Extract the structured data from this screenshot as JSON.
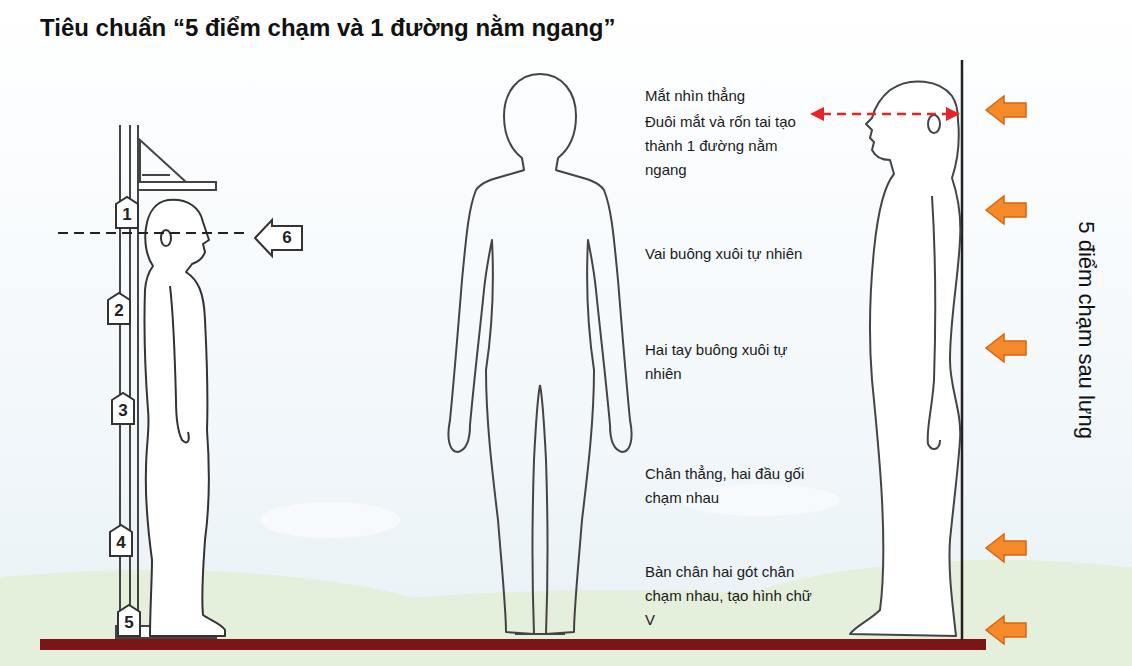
{
  "diagram": {
    "title": "Tiêu chuẩn “5 điểm chạm và 1 đường nằm ngang”",
    "labels": [
      "1",
      "2",
      "3",
      "4",
      "5",
      "6",
      "Mắt nhìn thẳng",
      "Đuôi mắt và rốn tai tạo thành 1 đường nằm ngang",
      "Vai buông xuôi tự nhiên",
      "Hai tay buông xuôi tự nhiên",
      "Chân thẳng, hai đầu gối chạm nhau",
      "Bàn chân hai gót chân chạm nhau, tạo hình chữ V",
      "5 điểm chạm sau lưng"
    ]
  }
}
